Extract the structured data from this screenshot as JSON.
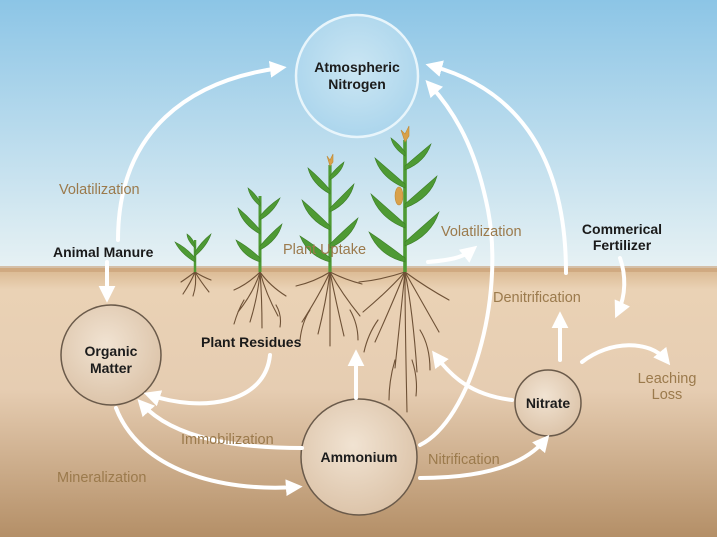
{
  "nodes": {
    "atmospheric_nitrogen": [
      "Atmospheric",
      "Nitrogen"
    ],
    "organic_matter": [
      "Organic",
      "Matter"
    ],
    "ammonium": [
      "Ammonium"
    ],
    "nitrate": [
      "Nitrate"
    ]
  },
  "sources": {
    "animal_manure": "Animal Manure",
    "plant_residues": "Plant Residues",
    "commercial_fertilizer": [
      "Commerical",
      "Fertilizer"
    ]
  },
  "processes": {
    "volatilization_left": "Volatilization",
    "volatilization_right": "Volatilization",
    "plant_uptake": "Plant Uptake",
    "denitrification": "Denitrification",
    "leaching_loss": [
      "Leaching",
      "Loss"
    ],
    "immobilization": "Immobilization",
    "mineralization": "Mineralization",
    "nitrification": "Nitrification"
  },
  "colors": {
    "sky_top": "#8ec6e6",
    "sky_bottom": "#e6f1f4",
    "soil_top": "#e3c7a5",
    "soil_bottom": "#b59169",
    "arrow": "#ffffff",
    "process_text": "#9b7a4c",
    "plant_green": "#4e9a34",
    "root": "#6e5136"
  }
}
